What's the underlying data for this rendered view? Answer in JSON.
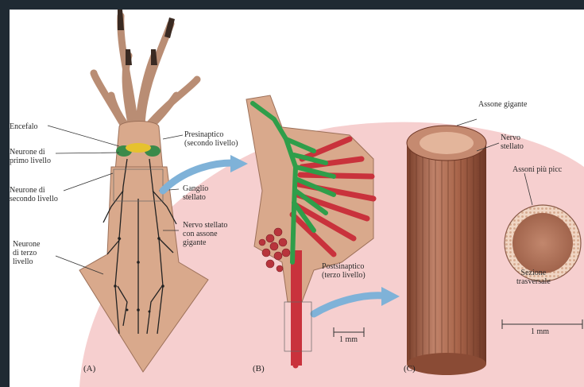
{
  "labels": {
    "encefalo": "Encefalo",
    "neurone_primo": "Neurone di\nprimo livello",
    "neurone_secondo": "Neurone di\nsecondo livello",
    "neurone_terzo": "Neurone\ndi terzo\nlivello",
    "presinaptico_secondo": "Presinaptico\n(secondo livello)",
    "ganglio_stellato": "Ganglio\nstellato",
    "nervo_stellato": "Nervo stellato\ncon assone\ngigante",
    "postsinaptico_terzo": "Postsinaptico\n(terzo livello)",
    "scale_b": "1 mm",
    "assone_gigante": "Assone gigante",
    "nervo_stellato_c": "Nervo\nstellato",
    "assoni_piu_piccoli": "Assoni più picc",
    "sezione_trasversale": "Sezione\ntrasversale",
    "scale_c": "1 mm"
  },
  "panels": {
    "a": "(A)",
    "b": "(B)",
    "c": "(C)"
  },
  "colors": {
    "background": "#ffffff",
    "backdrop_circle": "#f6cfcf",
    "squid_body": "#d9a98c",
    "green_fiber": "#2f9e4a",
    "red_fiber": "#c9323c",
    "axon_brown": "#a86449",
    "arrow_blue": "#7fb2d8"
  }
}
